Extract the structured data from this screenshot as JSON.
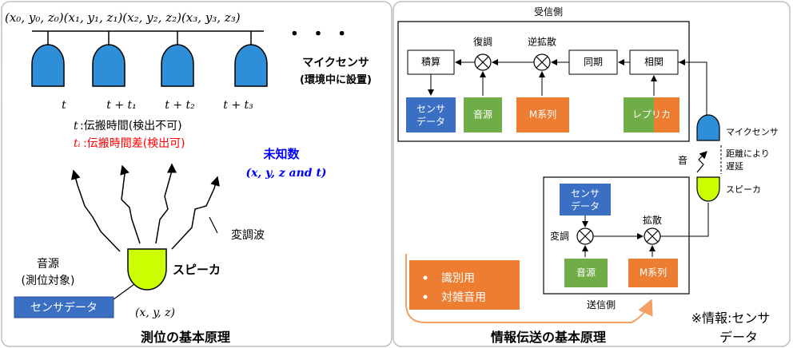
{
  "left": {
    "coords": "(x₀, y₀, z₀)(x₁, y₁, z₁)(x₂, y₂, z₂)(x₃, y₃, z₃)",
    "ellipsis": "・ ・ ・",
    "mic_title": "マイクセンサ",
    "mic_note": "(環境中に設置)",
    "times": [
      "t",
      "t + t₁",
      "t + t₂",
      "t + t₃"
    ],
    "def_t_var": "t",
    "def_t_text": ":伝搬時間(検出不可)",
    "def_ti_var": "tᵢ",
    "def_ti_text": ":伝搬時間差(検出可)",
    "unknown_title": "未知数",
    "unknown_vars": "(x, y, z and t)",
    "modulated_wave": "変調波",
    "source_line1": "音源",
    "source_line2": "(測位対象)",
    "speaker_label": "スピーカ",
    "position": "(x, y, z)",
    "sensor_data": "センサデータ",
    "caption": "測位の基本原理"
  },
  "right": {
    "receiver_title": "受信側",
    "integrate": "積算",
    "demod": "復調",
    "despread": "逆拡散",
    "sync": "同期",
    "correlate": "相関",
    "rx_sensor_data": "センサ\nデータ",
    "rx_sound_source": "音源",
    "rx_mseq": "M系列",
    "replica": "レプリカ",
    "mic_sensor": "マイクセンサ",
    "sound": "音",
    "delay_line1": "距離により",
    "delay_line2": "遅延",
    "speaker": "スピーカ",
    "tx_sensor_data": "センサ\nデータ",
    "modulate": "変調",
    "spread": "拡散",
    "tx_sound_source": "音源",
    "tx_mseq": "M系列",
    "transmitter_title": "送信側",
    "bullets": [
      "識別用",
      "対雑音用"
    ],
    "note_line1": "※情報:センサ",
    "note_line2": "データ",
    "caption": "情報伝送の基本原理"
  },
  "colors": {
    "mic_blue": "#2e8fd8",
    "speaker_green": "#ccff00",
    "box_blue": "#3a6fc4",
    "box_green": "#70ad47",
    "box_orange": "#ed7d31",
    "red": "#ff0000",
    "unknown_blue": "#0000ff"
  }
}
